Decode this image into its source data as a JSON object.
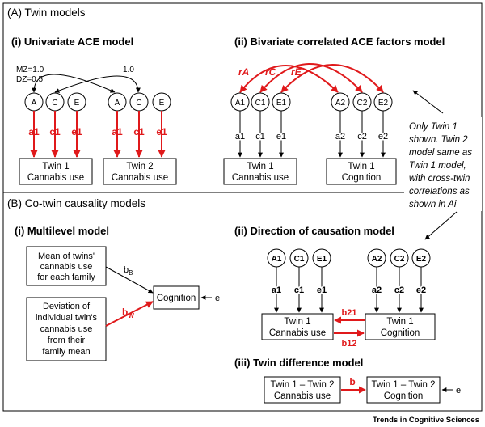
{
  "colors": {
    "accent_red": "#e0191b",
    "ink": "#000000"
  },
  "panelA": {
    "title": "(A) Twin models",
    "univariate": {
      "title": "(i) Univariate ACE model",
      "mz_label": "MZ=1.0",
      "dz_label": "DZ=0.5",
      "c_corr_label": "1.0",
      "twin1_nodes": [
        "A",
        "C",
        "E"
      ],
      "twin2_nodes": [
        "A",
        "C",
        "E"
      ],
      "paths": [
        "a1",
        "c1",
        "e1"
      ],
      "twin1_box": [
        "Twin 1",
        "Cannabis use"
      ],
      "twin2_box": [
        "Twin 2",
        "Cannabis use"
      ]
    },
    "bivariate": {
      "title": "(ii) Bivariate correlated ACE factors model",
      "corr_labels": [
        "rA",
        "rC",
        "rE"
      ],
      "nodes1": [
        "A1",
        "C1",
        "E1"
      ],
      "nodes2": [
        "A2",
        "C2",
        "E2"
      ],
      "paths1": [
        "a1",
        "c1",
        "e1"
      ],
      "paths2": [
        "a2",
        "c2",
        "e2"
      ],
      "box1": [
        "Twin 1",
        "Cannabis use"
      ],
      "box2": [
        "Twin 1",
        "Cognition"
      ]
    },
    "note": [
      "Only Twin 1",
      "shown. Twin 2",
      "model same as",
      "Twin 1 model,",
      "with cross-twin",
      "correlations as",
      "shown in Ai"
    ]
  },
  "panelB": {
    "title": "(B) Co-twin causality models",
    "multilevel": {
      "title": "(i) Multilevel model",
      "mean_box": [
        "Mean of twins'",
        "cannabis use",
        "for each family"
      ],
      "dev_box": [
        "Deviation of",
        "individual twin's",
        "cannabis use",
        "from their",
        "family mean"
      ],
      "outcome": "Cognition",
      "b_between": "b",
      "b_between_sub": "B",
      "b_within": "b",
      "b_within_sub": "W",
      "error": "e"
    },
    "direction": {
      "title": "(ii) Direction of causation model",
      "nodes1": [
        "A1",
        "C1",
        "E1"
      ],
      "nodes2": [
        "A2",
        "C2",
        "E2"
      ],
      "paths1": [
        "a1",
        "c1",
        "e1"
      ],
      "paths2": [
        "a2",
        "c2",
        "e2"
      ],
      "box1": [
        "Twin 1",
        "Cannabis use"
      ],
      "box2": [
        "Twin 1",
        "Cognition"
      ],
      "b21": "b21",
      "b12": "b12"
    },
    "difference": {
      "title": "(iii) Twin difference model",
      "box1": [
        "Twin 1 – Twin 2",
        "Cannabis use"
      ],
      "box2": [
        "Twin 1 – Twin 2",
        "Cognition"
      ],
      "b": "b",
      "error": "e"
    }
  },
  "footer": "Trends in Cognitive Sciences"
}
